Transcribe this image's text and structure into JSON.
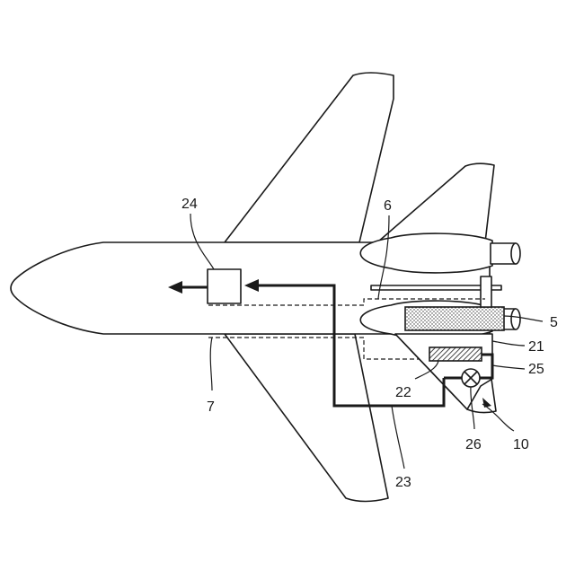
{
  "labels": {
    "l24": "24",
    "l6": "6",
    "l5": "5",
    "l21": "21",
    "l25": "25",
    "l22": "22",
    "l7": "7",
    "l26": "26",
    "l10": "10",
    "l23": "23"
  }
}
